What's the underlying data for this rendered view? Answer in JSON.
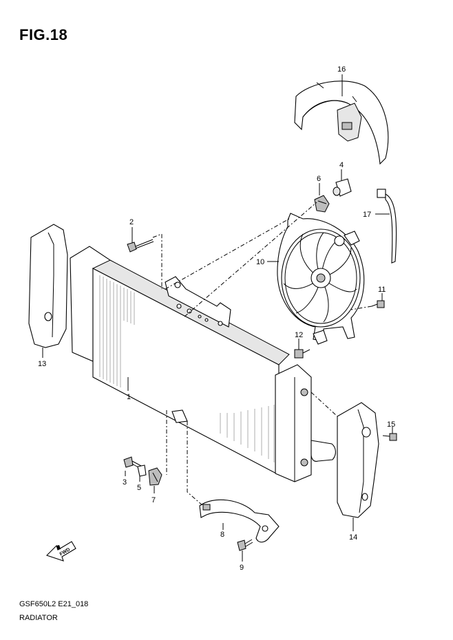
{
  "figure": {
    "title": "FIG.18"
  },
  "footer": {
    "code": "GSF650L2 E21_018",
    "name": "RADIATOR"
  },
  "callouts": [
    "1",
    "2",
    "3",
    "4",
    "5",
    "6",
    "7",
    "8",
    "9",
    "10",
    "11",
    "12",
    "13",
    "14",
    "15",
    "16",
    "17"
  ],
  "fwd_arrow_label": "FWD"
}
